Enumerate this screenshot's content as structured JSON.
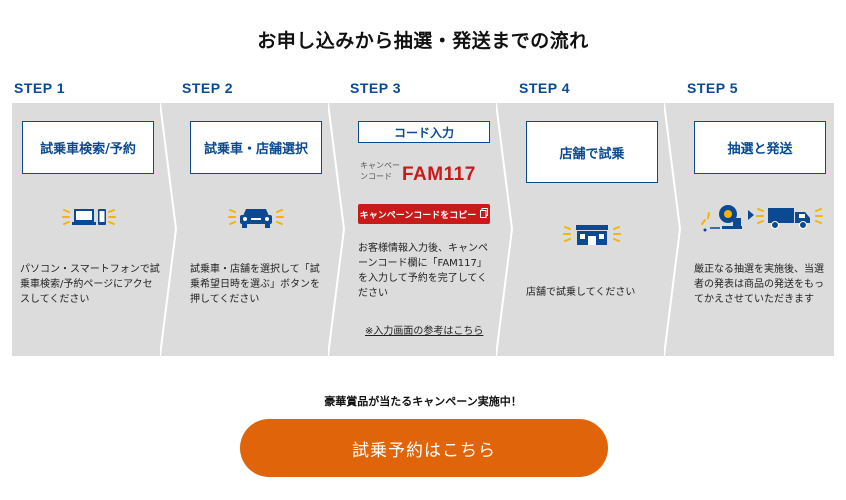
{
  "title": "お申し込みから抽選・発送までの流れ",
  "steps": [
    {
      "label": "STEP 1",
      "box": "試乗車検索/予約",
      "text": "パソコン・スマートフォンで試乗車検索/予約ページにアクセスしてください",
      "icon": "laptop-phone-icon"
    },
    {
      "label": "STEP 2",
      "box": "試乗車・店舗選択",
      "text": "試乗車・店舗を選択して「試乗希望日時を選ぶ」ボタンを押してください",
      "icon": "car-icon"
    },
    {
      "label": "STEP 3",
      "box": "コード入力",
      "text": "お客様情報入力後、キャンペーンコード欄に「FAM117」を入力して予約を完了してください",
      "icon": ""
    },
    {
      "label": "STEP 4",
      "box": "店舗で試乗",
      "text": "店舗で試乗してください",
      "icon": "store-icon"
    },
    {
      "label": "STEP 5",
      "box": "抽選と発送",
      "text": "厳正なる抽選を実施後、当選者の発表は商品の発送をもってかえさせていただきます",
      "icon": "lottery-delivery-icon"
    }
  ],
  "campaign": {
    "small_label": "キャンペーンコード",
    "code": "FAM117",
    "copy_button": "キャンペーンコードをコピー",
    "reference_link": "※入力画面の参考はこちら"
  },
  "campaign_note": "豪華賞品が当たるキャンペーン実施中！",
  "cta_label": "試乗予約はこちら",
  "colors": {
    "accent_blue": "#0b4a93",
    "cta_orange": "#e0650a",
    "code_red": "#c91a1a",
    "icon_yellow": "#f5b400",
    "band_gray": "#dcdcdc"
  }
}
